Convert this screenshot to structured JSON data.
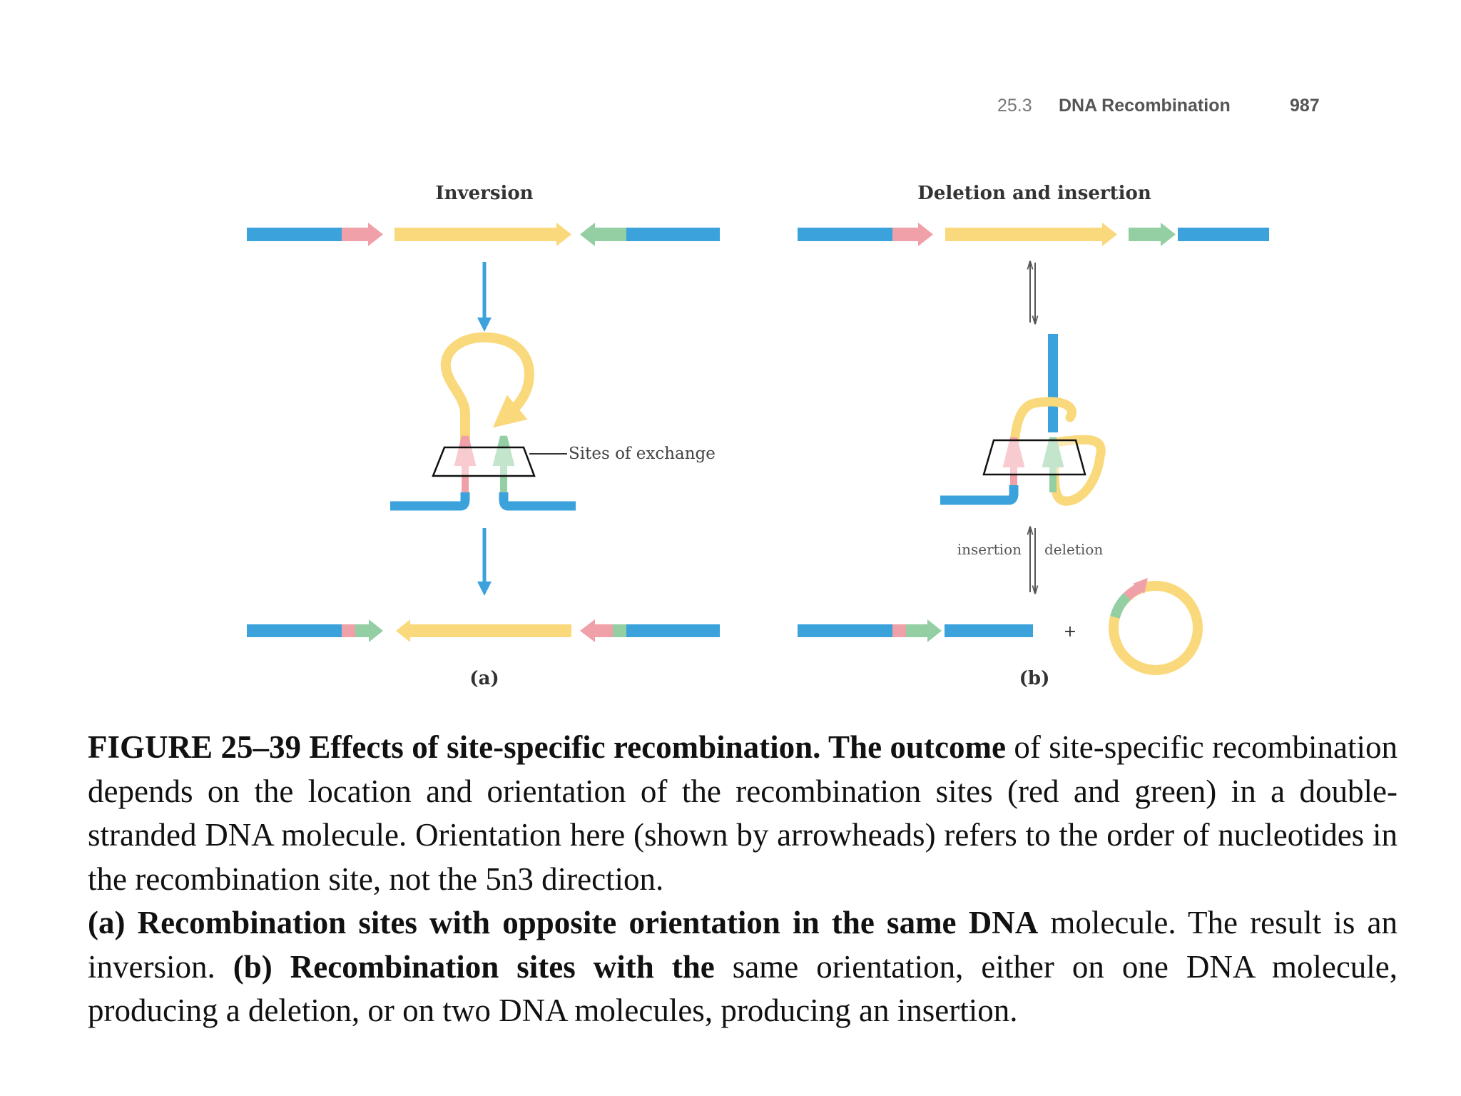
{
  "running_head": {
    "section": "25.3",
    "title": "DNA Recombination",
    "page": "987"
  },
  "colors": {
    "dna": "#3ba2dc",
    "site_red": "#f0a0a8",
    "site_green": "#93cfa3",
    "insert_yellow": "#fad97c",
    "arrow_blue": "#3ba2dc"
  },
  "panel_a": {
    "title": "Inversion",
    "label": "(a)",
    "exchange_label": "Sites of exchange"
  },
  "panel_b": {
    "title": "Deletion and insertion",
    "label": "(b)",
    "insertion_label": "insertion",
    "deletion_label": "deletion",
    "plus": "+"
  },
  "caption": {
    "figure_id": "FIGURE 25–39",
    "lead_bold": "Effects of site-specific recombination. The outcome",
    "lead_rest": "of site-specific recombination depends on the location and orientation of the recombination sites (red and green) in a double-stranded DNA molecule. Orientation here (shown by arrowheads) refers to the order of nucleotides in the recombination site, not the 5n3 direction.",
    "a_bold": "(a) Recombination sites with opposite orientation in the same DNA",
    "a_rest": "molecule. The result is an inversion.",
    "b_bold": "(b) Recombination sites with the",
    "b_rest": "same orientation, either on one DNA molecule, producing a deletion, or on two DNA molecules, producing an insertion."
  }
}
